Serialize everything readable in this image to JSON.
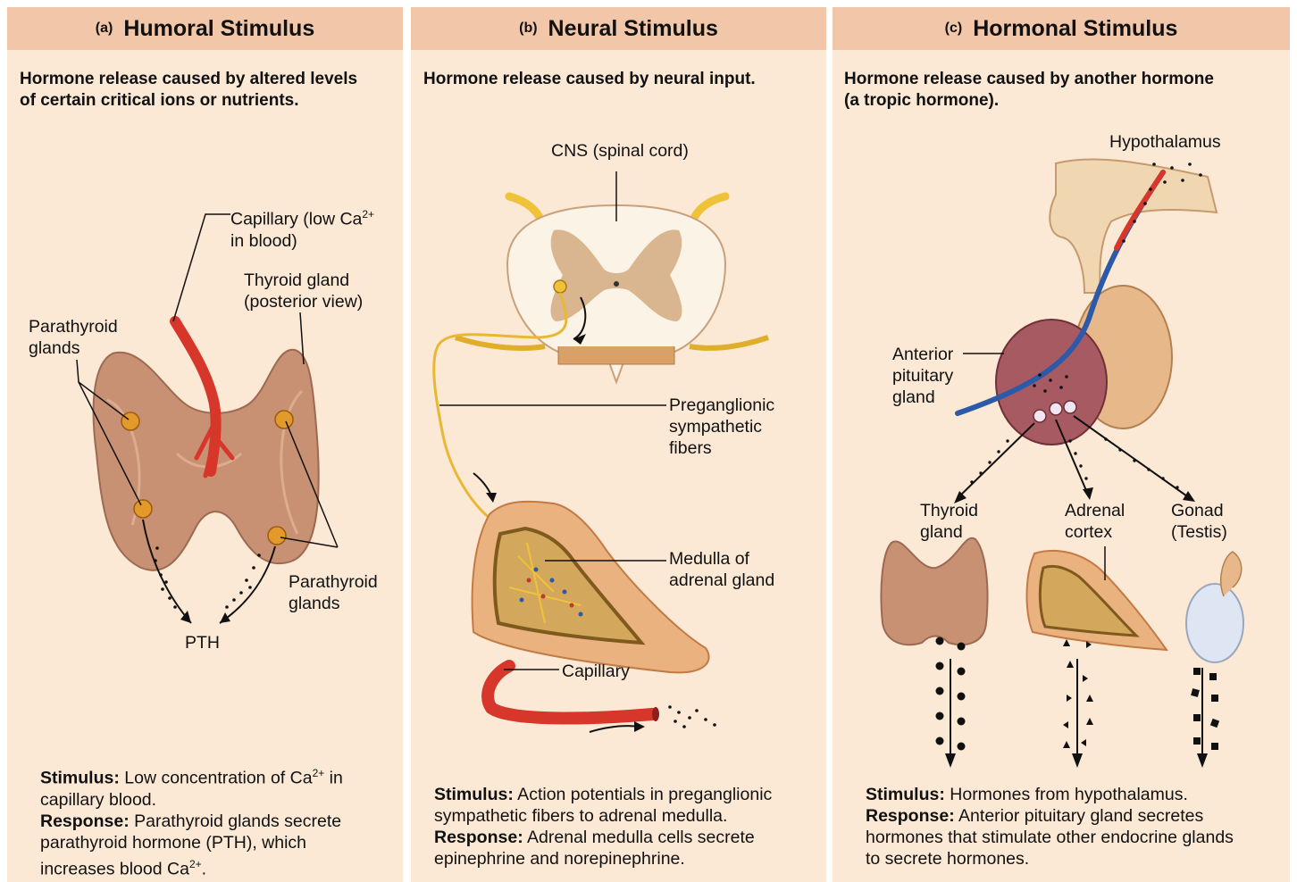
{
  "panels": {
    "a": {
      "letter": "(a)",
      "title": "Humoral Stimulus",
      "subtitle_1": "Hormone release caused by altered levels",
      "subtitle_2": "of certain critical ions or nutrients.",
      "labels": {
        "capillary_1": "Capillary (low Ca",
        "capillary_sup": "2+",
        "capillary_2": "in blood)",
        "thyroid_1": "Thyroid gland",
        "thyroid_2": "(posterior view)",
        "parathyroid_left_1": "Parathyroid",
        "parathyroid_left_2": "glands",
        "parathyroid_right_1": "Parathyroid",
        "parathyroid_right_2": "glands",
        "pth": "PTH"
      },
      "caption": {
        "stimulus_label": "Stimulus:",
        "stimulus_1": " Low concentration of Ca",
        "stimulus_sup": "2+",
        "stimulus_2": " in",
        "stimulus_3": "capillary blood.",
        "response_label": "Response:",
        "response_1": " Parathyroid glands secrete",
        "response_2": "parathyroid hormone (PTH), which",
        "response_3": "increases blood Ca",
        "response_sup": "2+",
        "response_4": "."
      }
    },
    "b": {
      "letter": "(b)",
      "title": "Neural Stimulus",
      "subtitle_1": "Hormone release caused by neural input.",
      "labels": {
        "cns": "CNS (spinal cord)",
        "pregang_1": "Preganglionic",
        "pregang_2": "sympathetic",
        "pregang_3": "fibers",
        "medulla_1": "Medulla of",
        "medulla_2": "adrenal gland",
        "capillary": "Capillary"
      },
      "caption": {
        "stimulus_label": "Stimulus:",
        "stimulus_1": " Action potentials in preganglionic",
        "stimulus_2": "sympathetic fibers to adrenal medulla.",
        "response_label": "Response:",
        "response_1": " Adrenal medulla cells secrete",
        "response_2": "epinephrine and norepinephrine."
      }
    },
    "c": {
      "letter": "(c)",
      "title": "Hormonal Stimulus",
      "subtitle_1": "Hormone release caused by another hormone",
      "subtitle_2": "(a tropic hormone).",
      "labels": {
        "hypothalamus": "Hypothalamus",
        "anterior_1": "Anterior",
        "anterior_2": "pituitary",
        "anterior_3": "gland",
        "thyroid_1": "Thyroid",
        "thyroid_2": "gland",
        "adrenal_1": "Adrenal",
        "adrenal_2": "cortex",
        "gonad_1": "Gonad",
        "gonad_2": "(Testis)"
      },
      "caption": {
        "stimulus_label": "Stimulus:",
        "stimulus_1": " Hormones from hypothalamus.",
        "response_label": "Response:",
        "response_1": " Anterior pituitary gland secretes",
        "response_2": "hormones that stimulate other endocrine glands",
        "response_3": "to secrete hormones."
      }
    }
  },
  "colors": {
    "panel_bg": "#fbe9d5",
    "header_bg": "#f2c7a9",
    "gland_tan": "#c9967a",
    "capillary_red": "#d7372a",
    "nerve_yellow": "#f0c23a",
    "vessel_blue": "#2c5aa8"
  }
}
